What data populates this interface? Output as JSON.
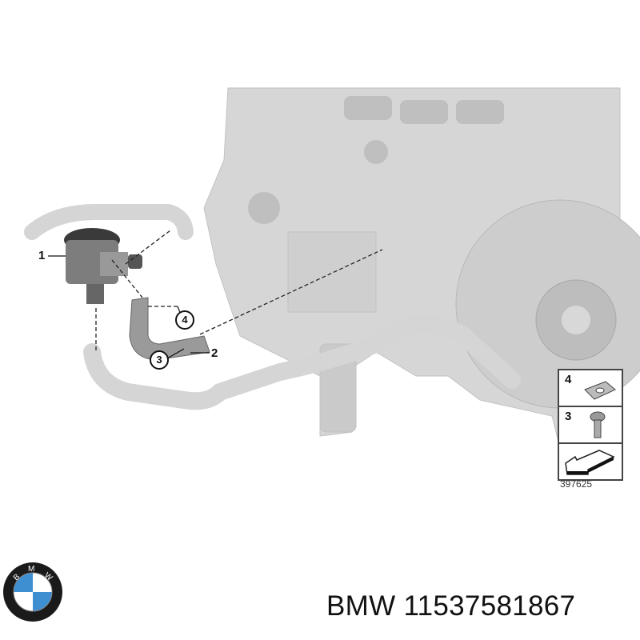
{
  "diagram": {
    "callouts": [
      {
        "id": "1",
        "label": "1",
        "style": "plain"
      },
      {
        "id": "2",
        "label": "2",
        "style": "plain"
      },
      {
        "id": "3",
        "label": "3",
        "style": "circled"
      },
      {
        "id": "4",
        "label": "4",
        "style": "circled"
      }
    ],
    "legend": {
      "items": [
        {
          "label": "4",
          "part": "clip-nut"
        },
        {
          "label": "3",
          "part": "bolt"
        },
        {
          "label": "",
          "part": "arrow-symbol"
        }
      ]
    },
    "diagram_number": "397625"
  },
  "footer": {
    "brand": "BMW",
    "title": "BMW 11537581867"
  },
  "colors": {
    "engine_gray": "#d4d4d4",
    "outline": "#111111",
    "bmw_blue": "#3d8fd1",
    "background": "#ffffff"
  }
}
